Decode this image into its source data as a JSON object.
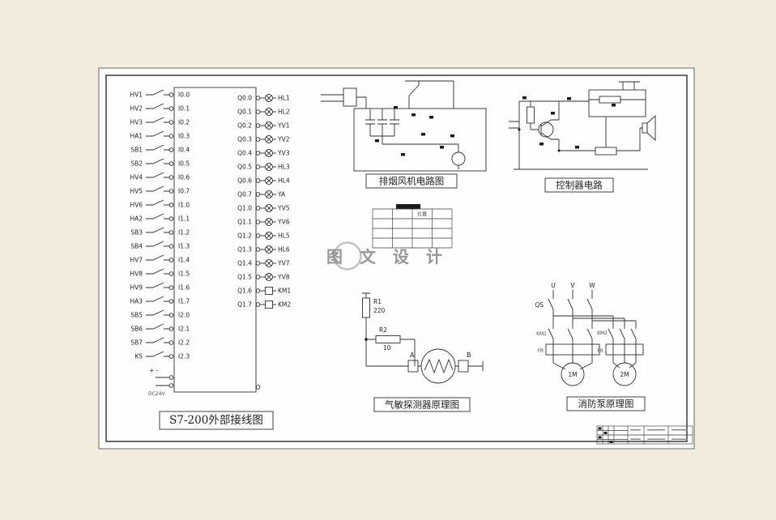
{
  "colors": {
    "background": "#f1ecdb",
    "sheet": "#fefefc",
    "line": "#2e2e2e",
    "watermark": "#8f8f8c"
  },
  "plc": {
    "title": "S7-200外部接线图",
    "power_polarity": "+  -",
    "power_label": "DC24V",
    "left_labels": [
      "HV1",
      "HV2",
      "HV3",
      "HA1",
      "SB1",
      "SB2",
      "HV4",
      "HV5",
      "HV6",
      "HA2",
      "SB3",
      "SB4",
      "HV7",
      "HV8",
      "HV9",
      "HA3",
      "SB5",
      "SB6",
      "SB7",
      "KS"
    ],
    "inputs": [
      "I0.0",
      "I0.1",
      "I0.2",
      "I0.3",
      "I0.4",
      "I0.5",
      "I0.6",
      "I0.7",
      "I1.0",
      "I1.1",
      "I1.2",
      "I1.3",
      "I1.4",
      "I1.5",
      "I1.6",
      "I1.7",
      "I2.0",
      "I2.1",
      "I2.2",
      "I2.3"
    ],
    "outputs": [
      "Q0.0",
      "Q0.1",
      "Q0.2",
      "Q0.3",
      "Q0.4",
      "Q0.5",
      "Q0.6",
      "Q0.7",
      "Q1.0",
      "Q1.1",
      "Q1.2",
      "Q1.3",
      "Q1.4",
      "Q1.5",
      "Q1.6",
      "Q1.7"
    ],
    "right_labels": [
      "HL1",
      "HL2",
      "YV1",
      "YV2",
      "YV3",
      "HL3",
      "HL4",
      "YA",
      "YV5",
      "YV6",
      "HL5",
      "HL6",
      "YV7",
      "YV8",
      "KM1",
      "KM2"
    ],
    "right_symbols": [
      "lamp",
      "lamp",
      "lamp",
      "lamp",
      "lamp",
      "lamp",
      "lamp",
      "lamp",
      "lamp",
      "lamp",
      "lamp",
      "lamp",
      "lamp",
      "lamp",
      "coil",
      "coil"
    ]
  },
  "fan": {
    "title": "排烟风机电路图"
  },
  "controller": {
    "title": "控制器电路"
  },
  "table": {
    "header": "位置"
  },
  "watermark": {
    "text": "图 文 设 计"
  },
  "sensor": {
    "title": "气敏探测器原理图",
    "r1_label": "R1",
    "r1_value": "220",
    "r2_label": "R2",
    "r2_value": "10",
    "terminal_a": "A",
    "terminal_b": "B"
  },
  "pump": {
    "title": "消防泵原理图",
    "phases": [
      "U",
      "V",
      "W"
    ],
    "switch_label": "QS",
    "contactor1": "KM1",
    "contactor2": "KM2",
    "relay": "FR",
    "motor1": "1M",
    "motor2": "2M"
  }
}
